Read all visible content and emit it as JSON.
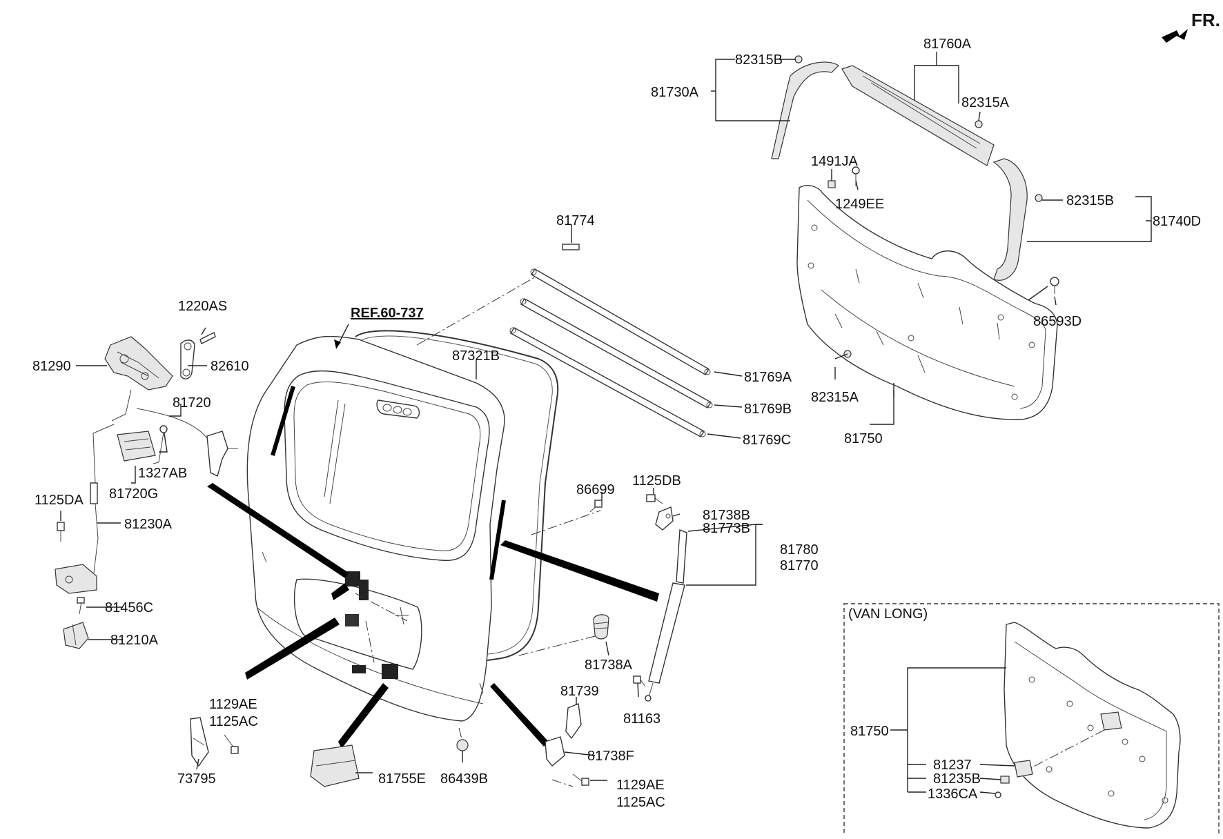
{
  "ref_label": "REF.60-737",
  "fr_label": "FR.",
  "van_long_label": "(VAN LONG)",
  "parts": {
    "p81290": "81290",
    "p1220AS": "1220AS",
    "p82610": "82610",
    "p81720": "81720",
    "p1327AB": "1327AB",
    "p81720G": "81720G",
    "p1125DA": "1125DA",
    "p81230A": "81230A",
    "p81456C": "81456C",
    "p81210A": "81210A",
    "p1129AE_a": "1129AE",
    "p1125AC_a": "1125AC",
    "p73795": "73795",
    "p81755E": "81755E",
    "p86439B": "86439B",
    "p87321B": "87321B",
    "p81774": "81774",
    "p81769A": "81769A",
    "p81769B": "81769B",
    "p81769C": "81769C",
    "p86699": "86699",
    "p1125DB": "1125DB",
    "p81738B": "81738B",
    "p81773B": "81773B",
    "p81780": "81780",
    "p81770": "81770",
    "p81738A": "81738A",
    "p81739": "81739",
    "p81163": "81163",
    "p81738F": "81738F",
    "p1129AE_b": "1129AE",
    "p1125AC_b": "1125AC",
    "p82315B_top": "82315B",
    "p81760A": "81760A",
    "p81730A": "81730A",
    "p82315A_top": "82315A",
    "p1491JA": "1491JA",
    "p1249EE": "1249EE",
    "p82315B_right": "82315B",
    "p81740D": "81740D",
    "p86593D": "86593D",
    "p82315A_bottom": "82315A",
    "p81750": "81750",
    "p81750_van": "81750",
    "p81237": "81237",
    "p81235B": "81235B",
    "p1336CA": "1336CA"
  }
}
